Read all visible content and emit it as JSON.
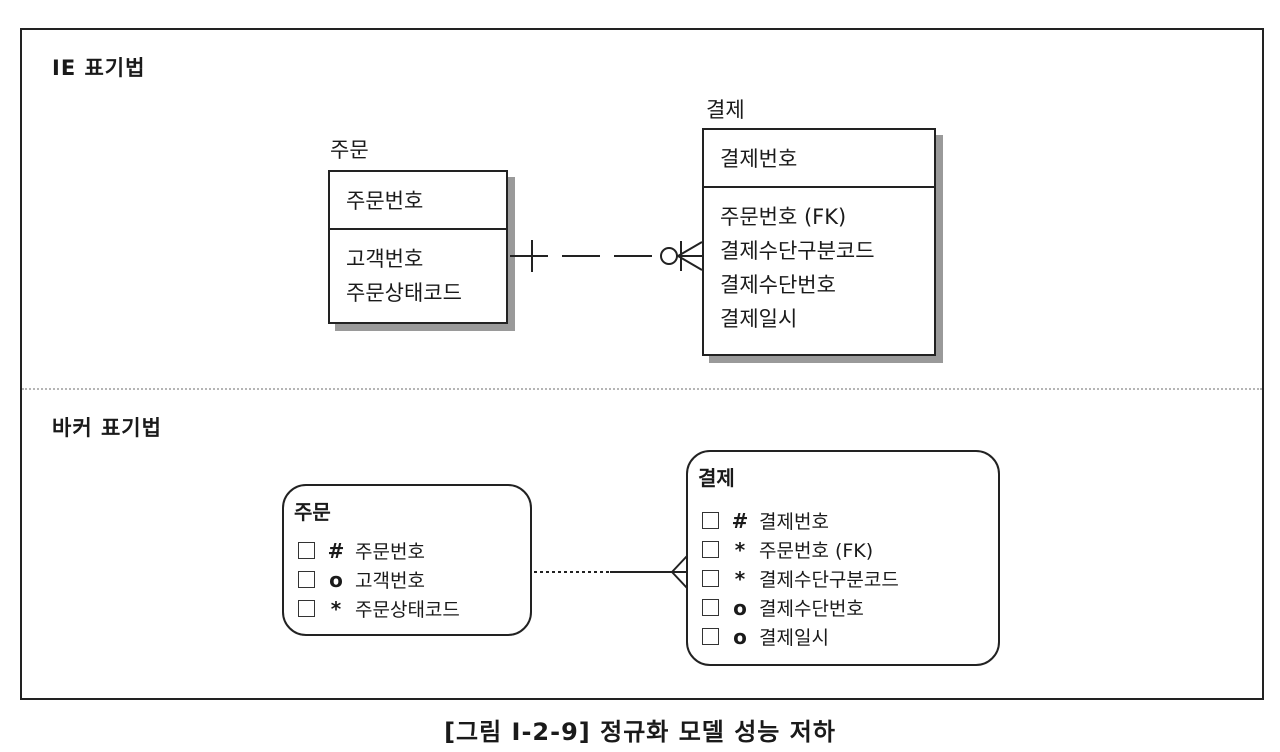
{
  "ie": {
    "title": "IE 표기법",
    "order": {
      "name": "주문",
      "pk": "주문번호",
      "attrs": [
        "고객번호",
        "주문상태코드"
      ]
    },
    "payment": {
      "name": "결제",
      "pk": "결제번호",
      "attrs": [
        "주문번호 (FK)",
        "결제수단구분코드",
        "결제수단번호",
        "결제일시"
      ]
    }
  },
  "barker": {
    "title": "바커 표기법",
    "order": {
      "name": "주문",
      "rows": [
        {
          "symbol": "#",
          "label": "주문번호"
        },
        {
          "symbol": "o",
          "label": "고객번호"
        },
        {
          "symbol": "*",
          "label": "주문상태코드"
        }
      ]
    },
    "payment": {
      "name": "결제",
      "rows": [
        {
          "symbol": "#",
          "label": "결제번호"
        },
        {
          "symbol": "*",
          "label": "주문번호 (FK)"
        },
        {
          "symbol": "*",
          "label": "결제수단구분코드"
        },
        {
          "symbol": "o",
          "label": "결제수단번호"
        },
        {
          "symbol": "o",
          "label": "결제일시"
        }
      ]
    }
  },
  "caption": "[그림 Ⅰ-2-9] 정규화 모델 성능 저하"
}
